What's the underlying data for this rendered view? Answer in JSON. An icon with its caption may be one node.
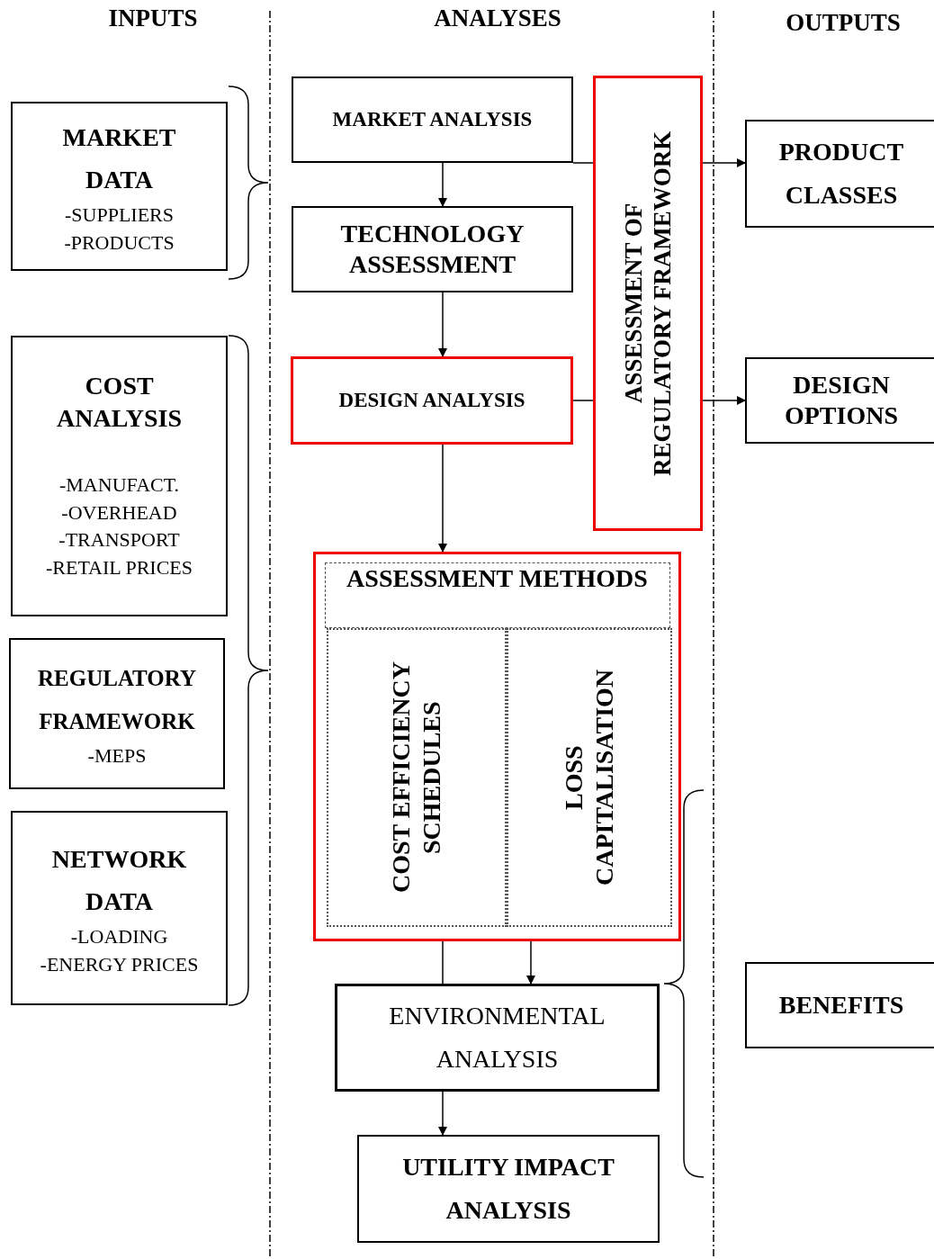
{
  "diagram": {
    "nodes": [
      {
        "text": [
          "MARKET DATA",
          "-SUPPLIERS",
          "-PRODUCTS"
        ]
      },
      {
        "text": [
          "COST ANALYSIS",
          "-MANUFACT.",
          "-OVERHEAD",
          "-TRANSPORT",
          "-RETAIL PRICES"
        ]
      },
      {
        "text": [
          "REGULATORY FRAMEWORK",
          "-MEPS"
        ]
      },
      {
        "text": [
          "NETWORK DATA",
          "-LOADING",
          "-ENERGY PRICES"
        ]
      },
      {
        "text": [
          "MARKET ANALYSIS"
        ]
      },
      {
        "text": [
          "TECHNOLOGY ASSESSMENT"
        ]
      },
      {
        "text": [
          "DESIGN ANALYSIS"
        ]
      },
      {
        "text": [
          "ASSESSMENT OF REGULATORY FRAMEWORK"
        ]
      },
      {
        "text": [
          "ASSESSMENT METHODS"
        ]
      },
      {
        "text": [
          "COST EFFICIENCY SCHEDULES"
        ],
        "in": 8
      },
      {
        "text": [
          "LOSS CAPITALISATION"
        ],
        "in": 8
      },
      {
        "text": [
          "ENVIRONMENTAL ANALYSIS"
        ]
      },
      {
        "text": [
          "UTILITY IMPACT ANALYSIS"
        ]
      },
      {
        "text": [
          "PRODUCT CLASSES"
        ]
      },
      {
        "text": [
          "DESIGN OPTIONS"
        ]
      },
      {
        "text": [
          "BENEFITS"
        ]
      }
    ],
    "edges": [
      {
        "from": 4,
        "to": 5,
        "arrow": "to"
      },
      {
        "from": 5,
        "to": 6,
        "arrow": "to"
      },
      {
        "from": 6,
        "to": 8,
        "arrow": "to"
      },
      {
        "from": 4,
        "to": 7,
        "arrow": "none"
      },
      {
        "from": 6,
        "to": 7,
        "arrow": "none"
      },
      {
        "from": 7,
        "to": 13,
        "arrow": "to"
      },
      {
        "from": 7,
        "to": 14,
        "arrow": "to"
      },
      {
        "from": 8,
        "to": 11,
        "arrow": "to"
      },
      {
        "from": 8,
        "to": 11,
        "arrow": "none"
      },
      {
        "from": 11,
        "to": 12,
        "arrow": "to"
      }
    ],
    "labels": [
      "INPUTS",
      "ANALYSES",
      "OUTPUTS"
    ]
  }
}
